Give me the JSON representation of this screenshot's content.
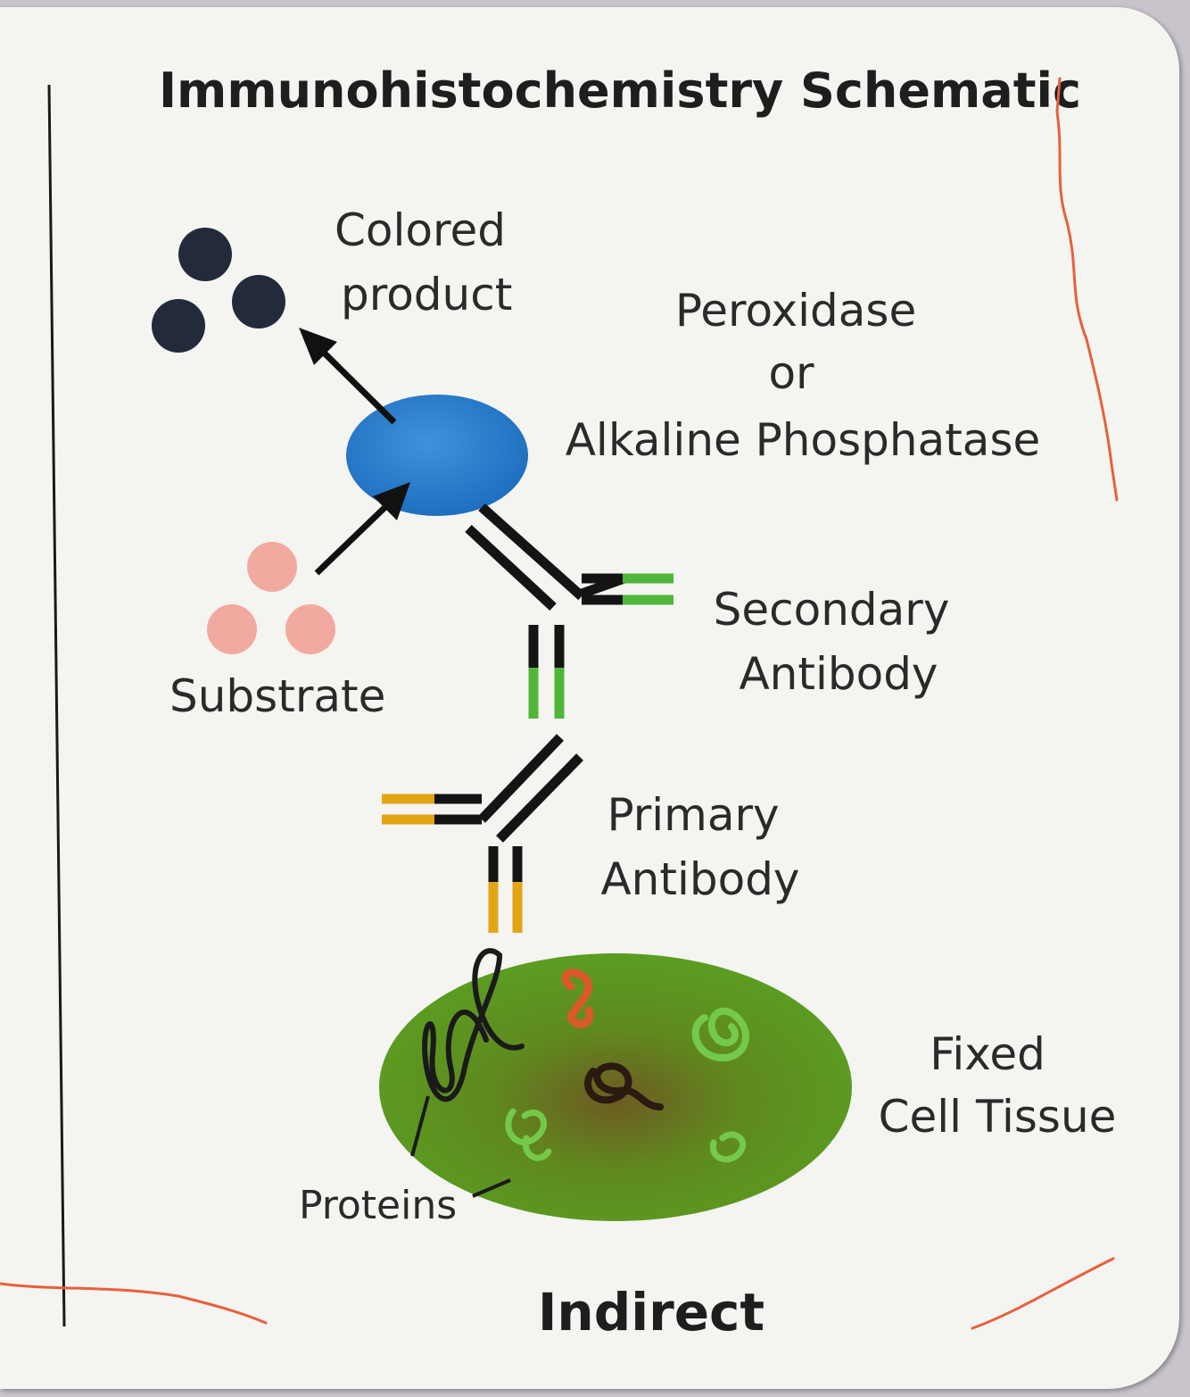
{
  "title": "Immunohistochemistry Schematic",
  "footer": "Indirect",
  "labels": {
    "colored_product": [
      "Colored",
      "product"
    ],
    "enzyme": [
      "Peroxidase",
      "or",
      "Alkaline Phosphatase"
    ],
    "secondary_antibody": [
      "Secondary",
      "Antibody"
    ],
    "substrate": "Substrate",
    "primary_antibody": [
      "Primary",
      "Antibody"
    ],
    "tissue": [
      "Fixed",
      "Cell Tissue"
    ],
    "proteins": "Proteins"
  },
  "colors": {
    "product_dots": "#232a3a",
    "substrate_dots": "#f2aaa0",
    "enzyme": "#2f7fd0",
    "antibody_heavy": "#141414",
    "secondary_tip": "#4fb63a",
    "primary_tip": "#e3a514",
    "tissue": "#5f9a1e",
    "pen_marks": "#e8603c"
  }
}
